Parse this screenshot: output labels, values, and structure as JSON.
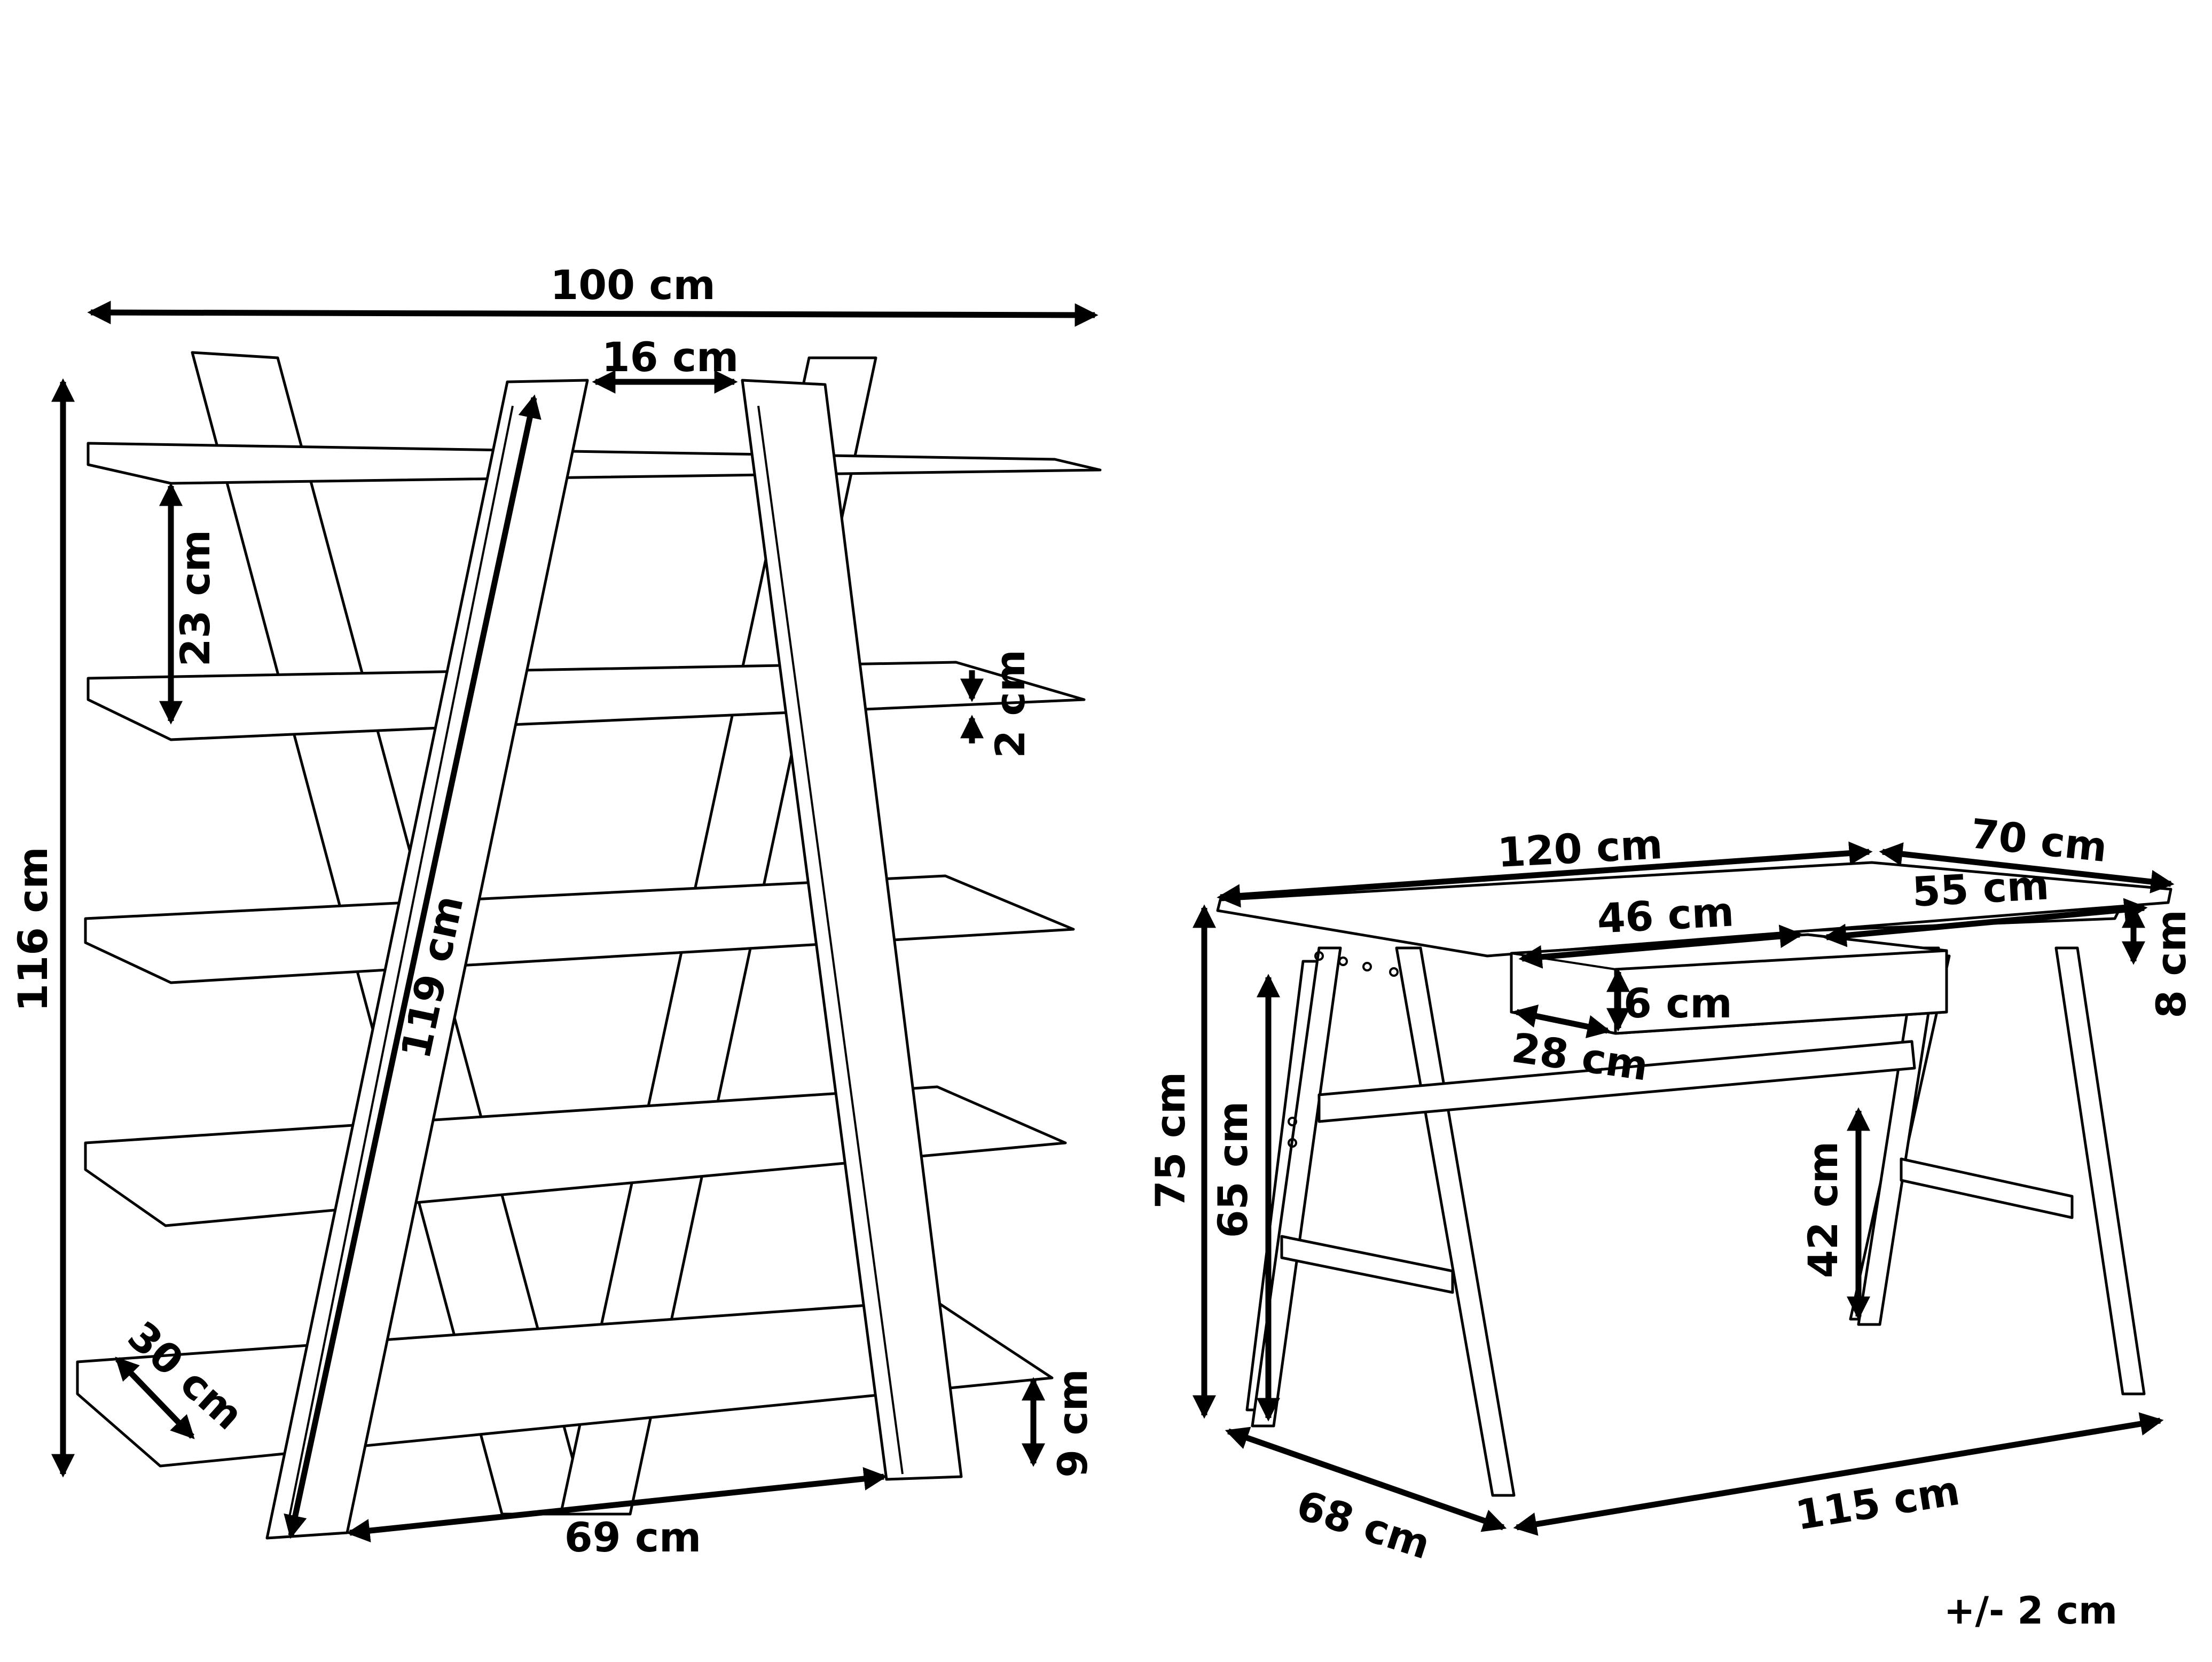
{
  "shelf": {
    "dimensions": {
      "total_width": "100 cm",
      "top_width": "16 cm",
      "shelf_spacing": "23 cm",
      "shelf_thickness": "2 cm",
      "height": "116 cm",
      "leg_length": "119 cm",
      "depth": "30 cm",
      "bottom_clearance": "9 cm",
      "base_width": "69 cm"
    }
  },
  "desk": {
    "dimensions": {
      "length": "120 cm",
      "depth": "70 cm",
      "drawer_length": "46 cm",
      "drawer_depth": "55 cm",
      "drawer_height_outer": "8 cm",
      "drawer_height_inner": "6 cm",
      "drawer_width": "28 cm",
      "height": "75 cm",
      "under_clearance": "65 cm",
      "leg_depth": "68 cm",
      "leg_span": "115 cm",
      "crossbar_height": "42 cm"
    }
  },
  "tolerance": "+/- 2 cm"
}
